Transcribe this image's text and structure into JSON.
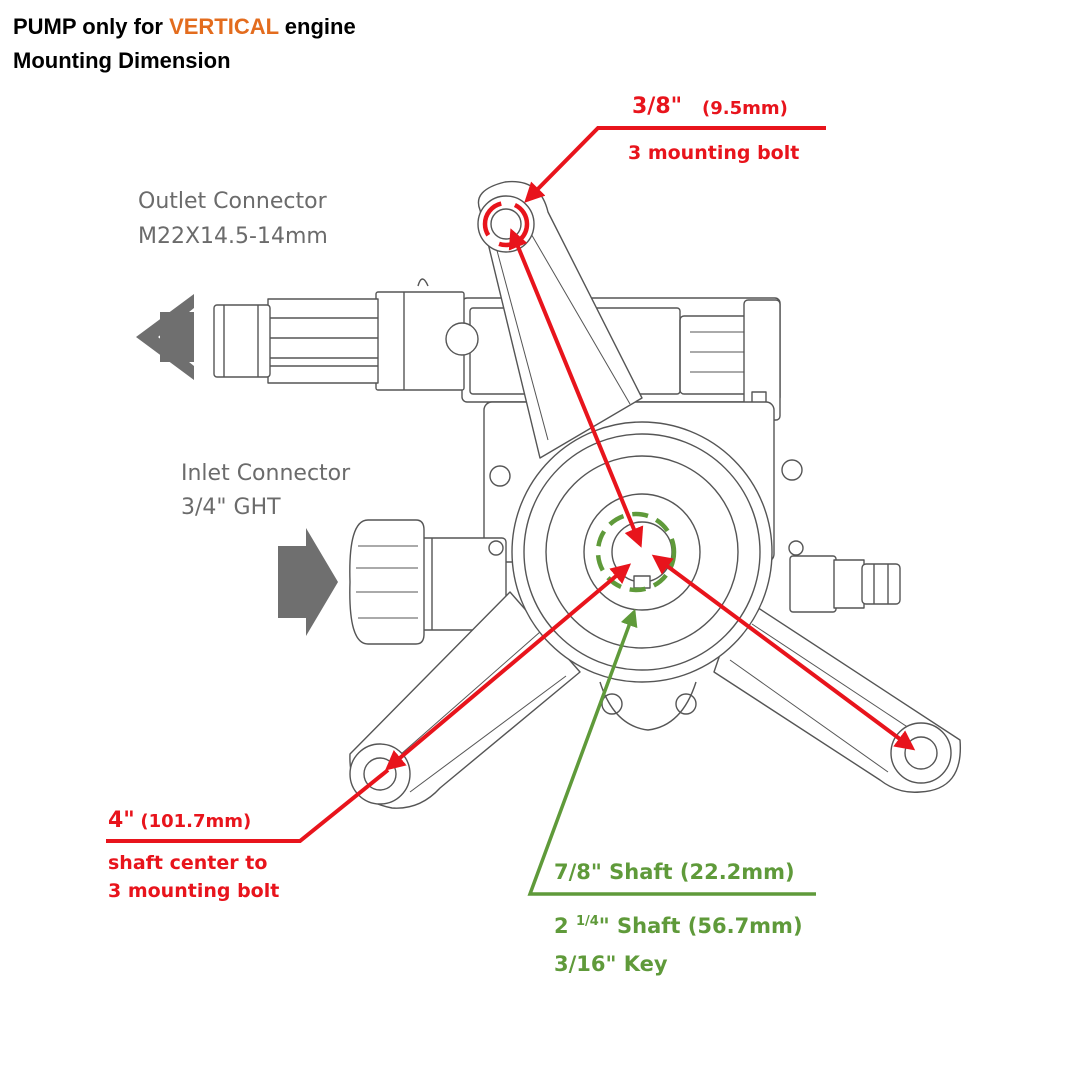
{
  "title": {
    "line1_pre": "PUMP only for ",
    "line1_accent": "VERTICAL",
    "line1_post": " engine",
    "line2": "Mounting Dimension"
  },
  "outlet": {
    "line1": "Outlet Connector",
    "line2": "M22X14.5-14mm"
  },
  "inlet": {
    "line1": "Inlet Connector",
    "line2": "3/4\" GHT"
  },
  "bolt": {
    "size": "3/8\"",
    "metric": "(9.5mm)",
    "note": "3 mounting bolt"
  },
  "distance": {
    "size": "4\"",
    "metric": "(101.7mm)",
    "note_line1": "shaft center to",
    "note_line2": "3 mounting bolt"
  },
  "shaft": {
    "diameter": "7/8\" Shaft (22.2mm)",
    "length_pre": "2 ",
    "length_frac": "1/4",
    "length_post": "\" Shaft  (56.7mm)",
    "key": "3/16\" Key"
  },
  "colors": {
    "dimension": "#e8141c",
    "shaft": "#5f9a3a",
    "accent": "#e36c1e",
    "outline": "#555555",
    "arrows": "#6f6f6f"
  }
}
